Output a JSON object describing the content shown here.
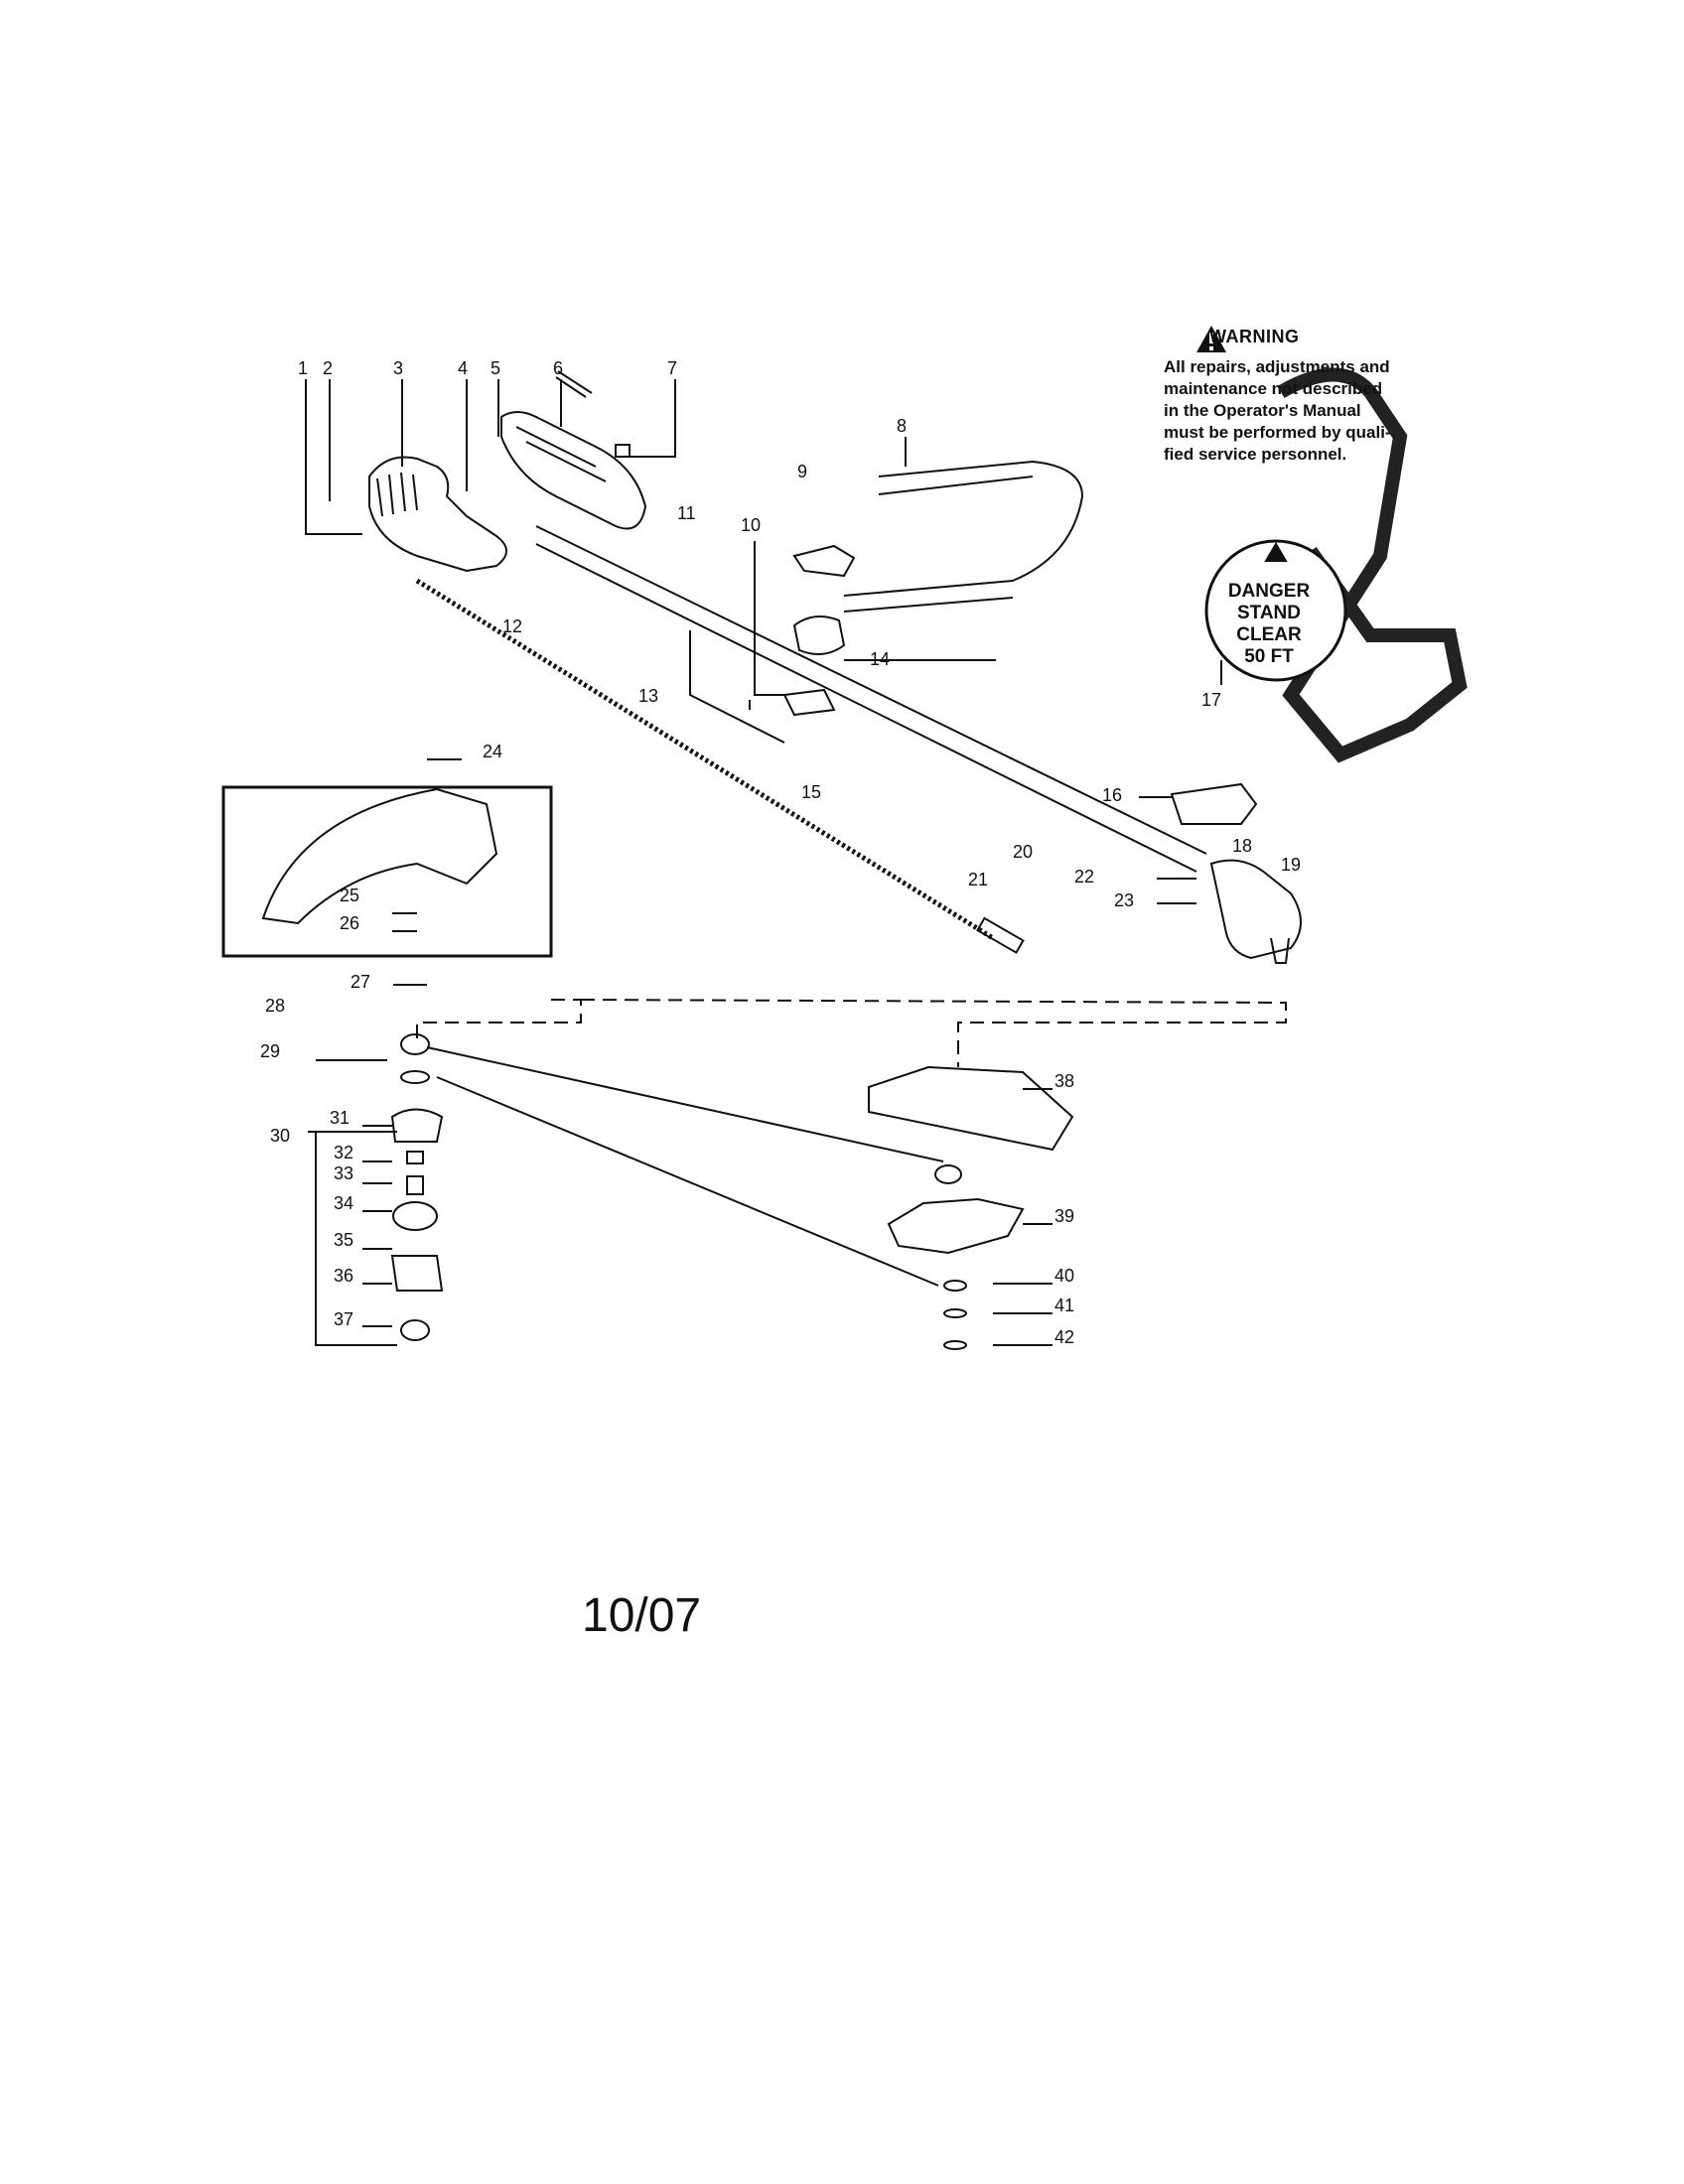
{
  "warning": {
    "title": "WARNING",
    "lines": [
      "All repairs, adjustments and",
      "maintenance not described",
      "in the Operator's Manual",
      "must be performed by quali-",
      "fied service personnel."
    ]
  },
  "danger_decal": {
    "lines": [
      "DANGER",
      "STAND",
      "CLEAR",
      "50 FT"
    ]
  },
  "part_numbers": [
    "1",
    "2",
    "3",
    "4",
    "5",
    "6",
    "7",
    "8",
    "9",
    "10",
    "11",
    "12",
    "13",
    "14",
    "15",
    "16",
    "17",
    "18",
    "19",
    "20",
    "21",
    "22",
    "23",
    "24",
    "25",
    "26",
    "27",
    "28",
    "29",
    "30",
    "31",
    "32",
    "33",
    "34",
    "35",
    "36",
    "37",
    "38",
    "39",
    "40",
    "41",
    "42"
  ],
  "date_code": "10/07"
}
